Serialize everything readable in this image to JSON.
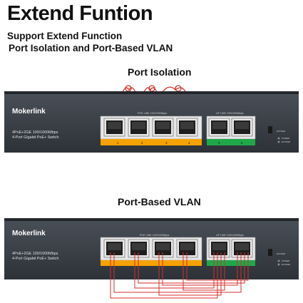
{
  "title": "Extend Funtion",
  "subtitle_line1": "Support Extend Function",
  "subtitle_line2": "Port Isolation and Port-Based VLAN",
  "sections": {
    "port_isolation": {
      "heading": "Port Isolation"
    },
    "port_vlan": {
      "heading": "Port-Based VLAN"
    }
  },
  "switch": {
    "brand": "Mokerlink",
    "model_line1": "4PoE+2GE 100/1000Mbps",
    "model_line2": "4-Port Gigabit PoE+ Switch",
    "poe_label": "POE LINK 100/1000Mbps",
    "uplink_label": "UP LINK 100/1000Mbps",
    "port_numbers": [
      "1",
      "2",
      "3",
      "4",
      "5",
      "6"
    ],
    "led_labels": [
      "EXTEND",
      "POWER",
      "EXTEND"
    ],
    "colors": {
      "body": "#3b4047",
      "poe_accent": "#f5a300",
      "uplink_accent": "#1fa84a",
      "cable": "#d32f2f"
    }
  }
}
